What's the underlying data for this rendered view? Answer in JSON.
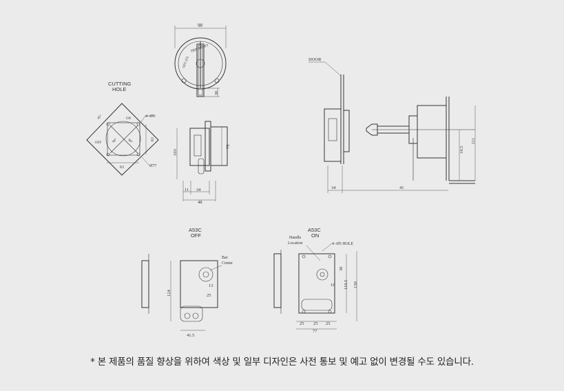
{
  "labels": {
    "cutting_hole_1": "CUTTING",
    "cutting_hole_2": "HOLE",
    "door": "DOOR",
    "a53c_off_1": "A53C",
    "a53c_off_2": "OFF",
    "a53c_on_1": "A53C",
    "a53c_on_2": "ON",
    "handle_location_1": "Handle",
    "handle_location_2": "Location",
    "bar_center_1": "Bar",
    "bar_center_2": "Center",
    "hole_4_5": "4−Ø5 HOLE",
    "hole_4_5_small": "4−Ø5",
    "dia_77": "Ø77",
    "on": "ON",
    "off": "OFF",
    "knob_text_1": "TRIP RESET",
    "knob_text_2": "OFF (O)",
    "deg_1": "90°",
    "deg_2": "90°",
    "deg_3": "45°"
  },
  "dimensions": {
    "d98": "98",
    "d30": "30",
    "d61a": "61",
    "d61b": "61",
    "d103": "103",
    "d75": "75",
    "d11": "11",
    "d34": "34",
    "d48": "48",
    "d34b": "34",
    "d41": "41",
    "d111": "111",
    "d19_5": "19.5",
    "d124": "124",
    "d13": "13",
    "d25": "25",
    "d41_5": "41.5",
    "d36": "36",
    "d16": "16",
    "d110_5": "110.5",
    "d130": "130",
    "d25a": "25",
    "d25b": "25",
    "d25c": "25",
    "d77": "77"
  },
  "footnote": "* 본 제품의 품질 향상을 위하여 색상 및 일부 디자인은 사전 통보 및 예고 없이 변경될 수도 있습니다."
}
